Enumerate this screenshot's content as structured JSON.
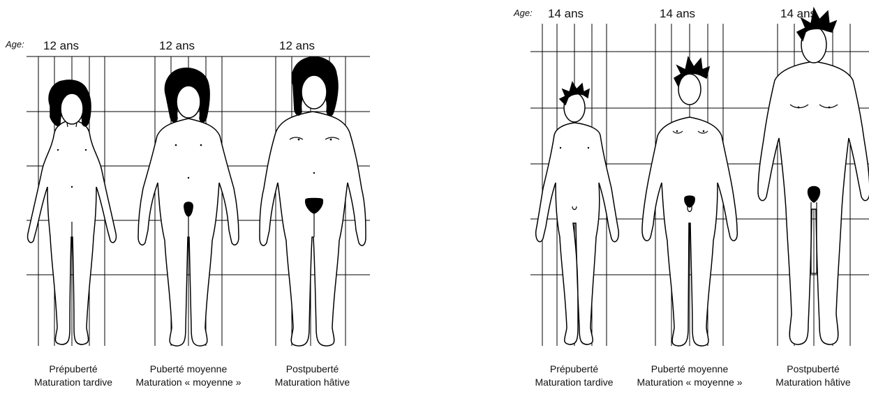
{
  "panels": {
    "girls": {
      "age_prefix": "Age:",
      "figures": [
        {
          "age": "12 ans",
          "stage": "Prépuberté",
          "maturation": "Maturation tardive",
          "icon": "girl-prepuberty-figure"
        },
        {
          "age": "12 ans",
          "stage": "Puberté moyenne",
          "maturation": "Maturation « moyenne »",
          "icon": "girl-mid-puberty-figure"
        },
        {
          "age": "12 ans",
          "stage": "Postpuberté",
          "maturation": "Maturation hâtive",
          "icon": "girl-postpuberty-figure"
        }
      ]
    },
    "boys": {
      "age_prefix": "Age:",
      "figures": [
        {
          "age": "14 ans",
          "stage": "Prépuberté",
          "maturation": "Maturation tardive",
          "icon": "boy-prepuberty-figure"
        },
        {
          "age": "14 ans",
          "stage": "Puberté moyenne",
          "maturation": "Maturation « moyenne »",
          "icon": "boy-mid-puberty-figure"
        },
        {
          "age": "14 ans",
          "stage": "Postpuberté",
          "maturation": "Maturation hâtive",
          "icon": "boy-postpuberty-figure"
        }
      ]
    }
  },
  "colors": {
    "line": "#000000",
    "background": "#ffffff"
  }
}
